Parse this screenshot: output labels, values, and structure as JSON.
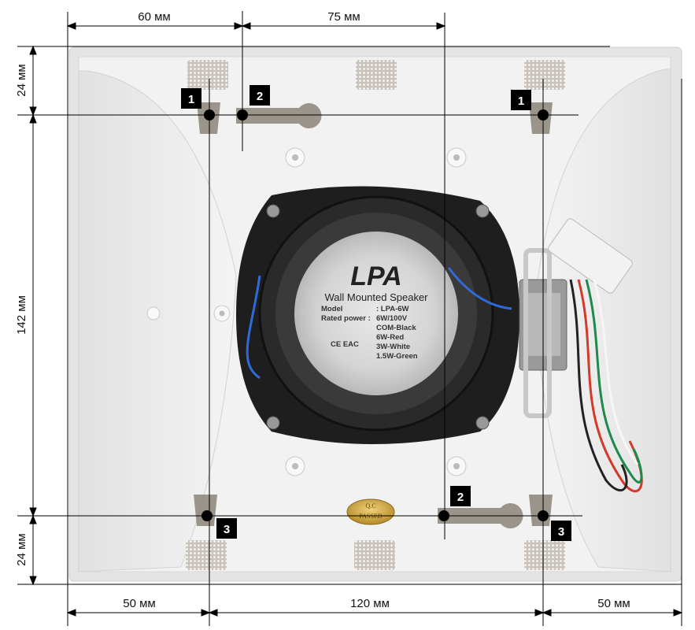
{
  "dimensions": {
    "top_left": "60 мм",
    "top_right": "75 мм",
    "left_top": "24 мм",
    "left_middle": "142 мм",
    "left_bottom": "24 мм",
    "bottom_left": "50 мм",
    "bottom_middle": "120 мм",
    "bottom_right": "50 мм"
  },
  "markers": {
    "m1_left": "1",
    "m2_top": "2",
    "m1_right": "1",
    "m2_bottom": "2",
    "m3_left": "3",
    "m3_right": "3"
  },
  "speaker_label": {
    "brand": "LPA",
    "title": "Wall Mounted Speaker",
    "model_key": "Model",
    "model_val": ": LPA-6W",
    "power_key": "Rated power :",
    "power_val": "6W/100V",
    "tap1": "COM-Black",
    "tap2": "6W-Red",
    "tap3": "3W-White",
    "tap4": "1.5W-Green",
    "cert": "CE EAC"
  },
  "qc_badge": {
    "line1": "Q.C",
    "line2": "PASSED"
  },
  "colors": {
    "housing": "#e9e9e9",
    "inner": "#f3f3f3",
    "speaker": "#1e1e1e",
    "label_bg": "#d6d6d6",
    "marker_bg": "#000000",
    "dot": "#000000",
    "slot": "#8c8478",
    "wire_blue": "#2f6bd8",
    "wire_red": "#d33a2a",
    "wire_green": "#1f8a4c"
  }
}
